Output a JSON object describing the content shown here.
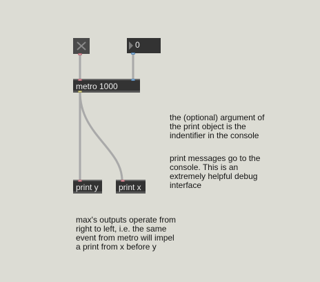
{
  "patcher": {
    "toggle": {
      "icon": "x-icon",
      "checked": false
    },
    "number_box": {
      "value": "0"
    },
    "metro": {
      "label": "metro 1000"
    },
    "print_y": {
      "label": "print y"
    },
    "print_x": {
      "label": "print x"
    },
    "comments": {
      "argument_note": "the (optional) argument of the print object is the indentifier in the console",
      "console_note": "print messages go to the console. This is an extremely helpful debug interface",
      "order_note": "max's outputs operate from right to left, i.e. the same event from metro will impel a print from x before y"
    }
  },
  "colors": {
    "canvas": "#dcdcd4",
    "object": "#333333",
    "cord": "#a9a9a9",
    "text": "#141414"
  }
}
